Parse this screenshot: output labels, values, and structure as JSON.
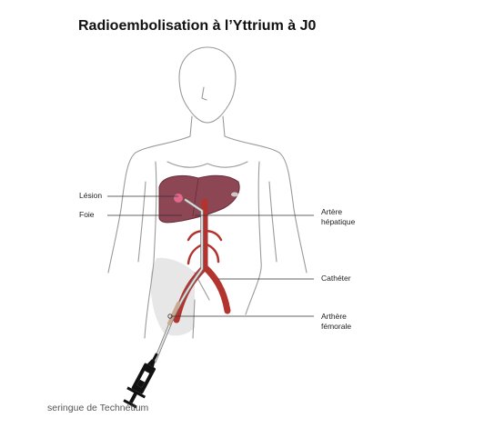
{
  "title": "Radioembolisation à l’Yttrium à J0",
  "labels": {
    "lesion": "Lésion",
    "foie": "Foie",
    "artere_hepatique_line1": "Artère",
    "artere_hepatique_line2": "hépatique",
    "catheter": "Cathéter",
    "femorale_line1": "Arthère",
    "femorale_line2": "fémorale",
    "seringue": "seringue de Technétium"
  },
  "colors": {
    "liver": "#8c4654",
    "lesion": "#e46a8e",
    "artery": "#b3342f",
    "outline": "#9a9a9a",
    "syringe": "#111111"
  }
}
